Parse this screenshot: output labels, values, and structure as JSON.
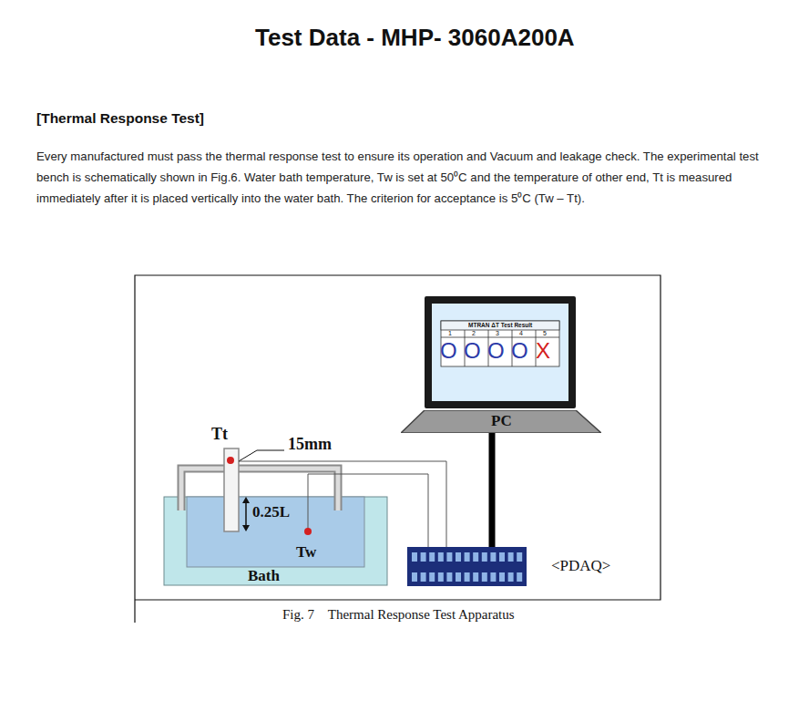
{
  "diagram": {
    "title": "Test Data - MHP- 3060A200A",
    "caption": "Fig. 7    Thermal Response Test Apparatus",
    "nodes": [
      {
        "text": [
          "Bath"
        ]
      },
      {
        "text": [
          "PC"
        ]
      },
      {
        "text": [
          "MTRAN ΔT Test Result"
        ]
      },
      {
        "text": [
          "<PDAQ>"
        ]
      }
    ],
    "edges": [
      {
        "from": 0,
        "to": 3,
        "arrow": "none"
      },
      {
        "from": 1,
        "to": 3,
        "arrow": "none"
      }
    ],
    "labels": [
      "[Thermal Response Test]",
      "Every manufactured must pass the thermal response test to ensure its operation and Vacuum and leakage check. The experimental test bench is schematically shown in Fig.6. Water bath temperature, Tw is set at 50⁰C and the temperature of other end, Tt is measured immediately after it is placed vertically into the water bath. The criterion for acceptance is 5⁰C (Tw – Tt).",
      "Tt",
      "15mm",
      "0.25L",
      "Tw",
      "1",
      "2",
      "3",
      "4",
      "5",
      "O",
      "O",
      "O",
      "O",
      "X"
    ]
  }
}
